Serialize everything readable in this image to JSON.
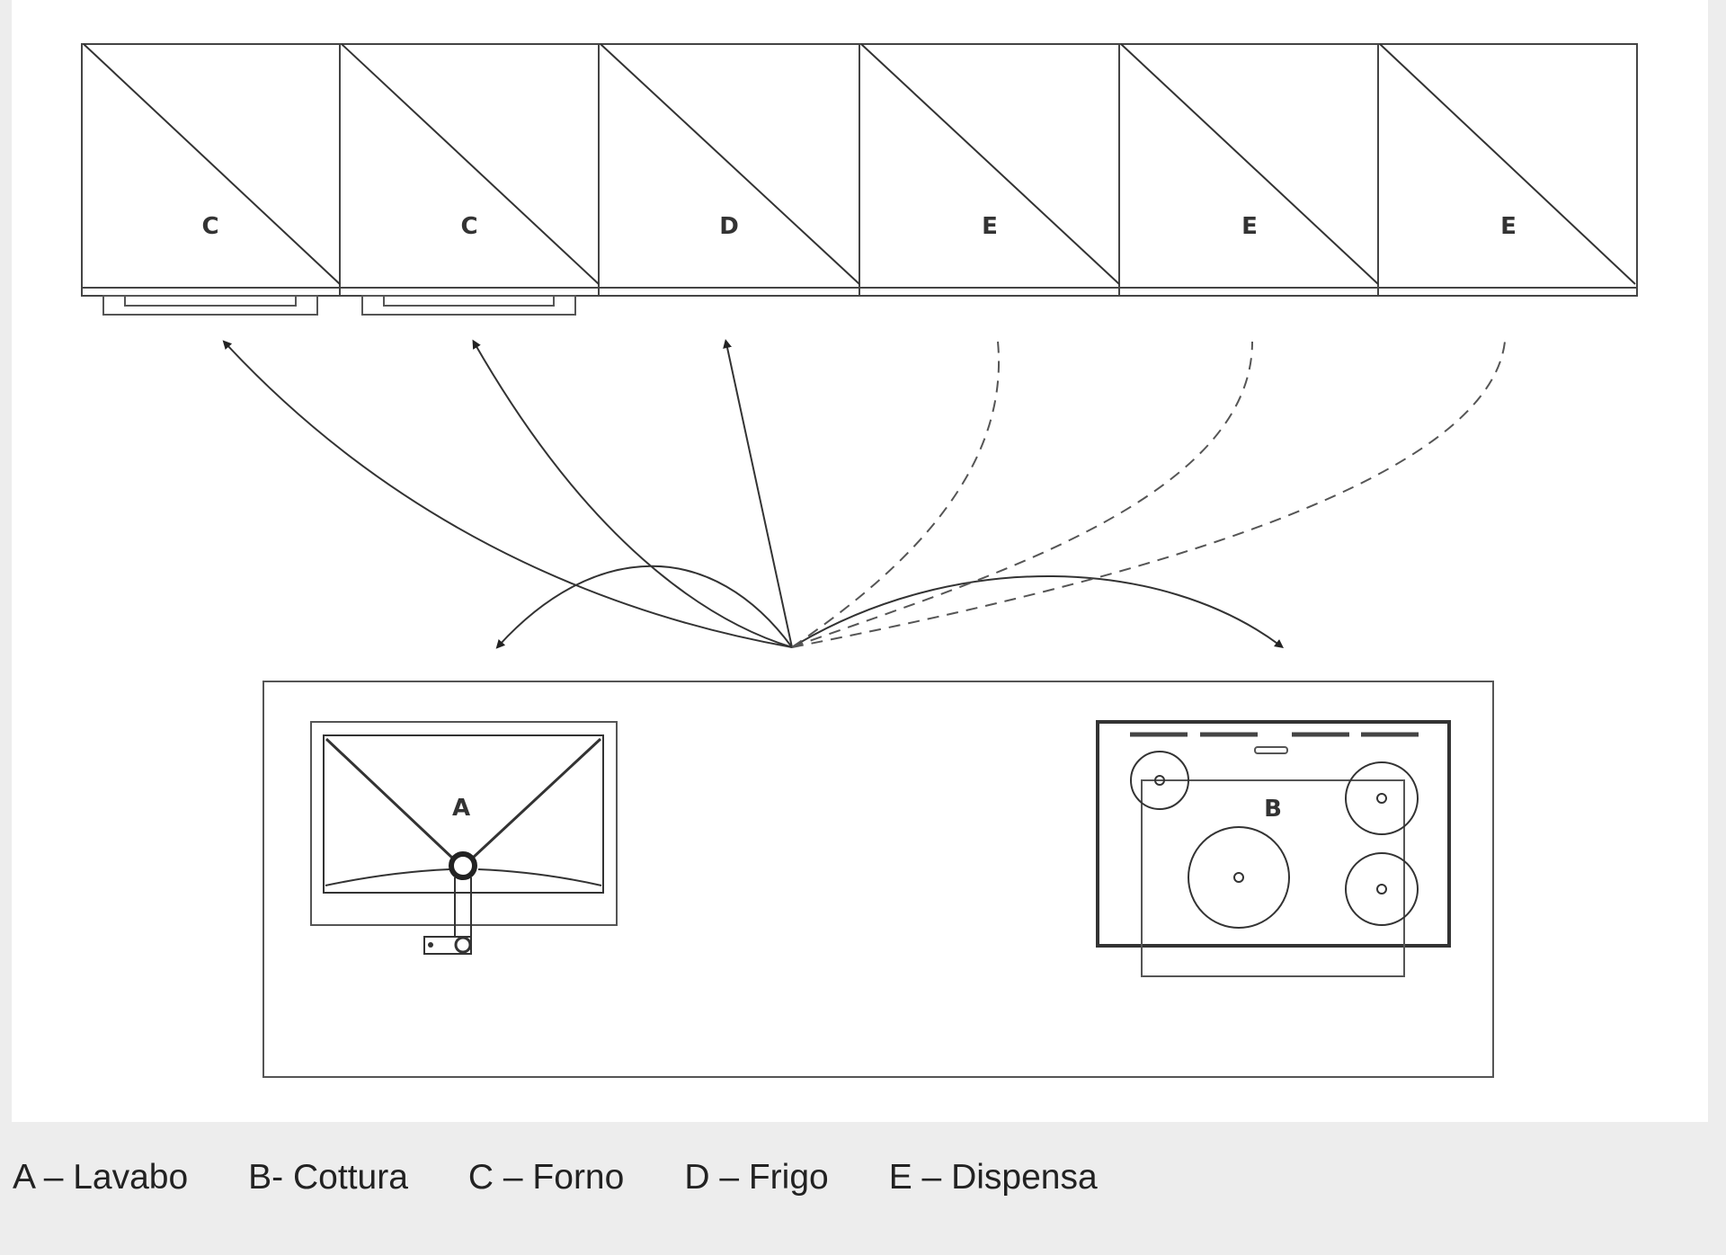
{
  "diagram": {
    "cabinets": [
      {
        "letter": "C"
      },
      {
        "letter": "C"
      },
      {
        "letter": "D"
      },
      {
        "letter": "E"
      },
      {
        "letter": "E"
      },
      {
        "letter": "E"
      }
    ],
    "sink_label": "A",
    "hob_label": "B"
  },
  "legend": {
    "items": [
      {
        "text": "A – Lavabo"
      },
      {
        "text": "B- Cottura"
      },
      {
        "text": "C – Forno"
      },
      {
        "text": "D – Frigo"
      },
      {
        "text": "E – Dispensa"
      }
    ]
  }
}
